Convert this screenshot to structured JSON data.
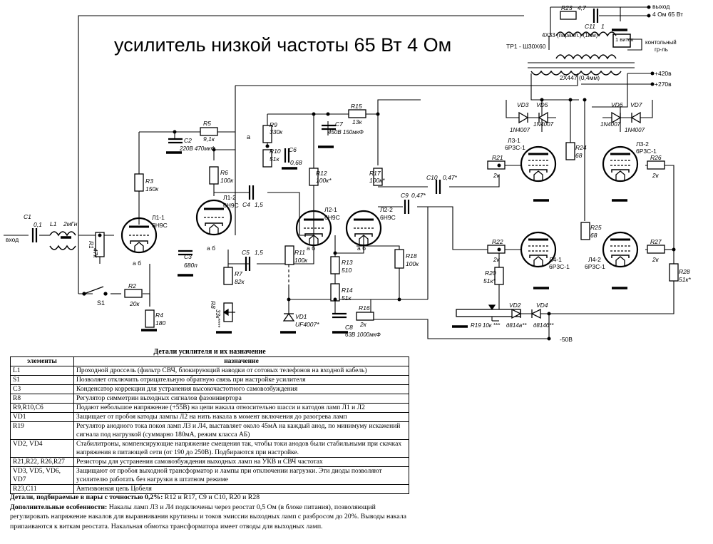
{
  "title": "усилитель низкой частоты 65 Вт 4 Ом",
  "labels": {
    "output": "выход",
    "output2": "4 Ом 65 Вт",
    "r23": "R23",
    "r23v": "4,7",
    "c11": "C11",
    "c11v": "1",
    "winding_sec": "4Х33 (паралл.) (1мм)",
    "tr1": "ТР1 - Ш30Х60",
    "winding_fb": "1 виток",
    "control": "контольный",
    "grl": "гр-ль",
    "winding_pri": "2Х447 (0,4мм)",
    "v420": "+420в",
    "v270": "+270в",
    "vd3": "VD3",
    "vd5": "VD5",
    "vd6": "VD6",
    "vd7": "VD7",
    "n1n4007": "1N4007",
    "r15": "R15",
    "r15v": "13к",
    "c7": "C7",
    "c7v": "450В 150мкФ",
    "r9": "R9",
    "r9v": "330к",
    "a": "а",
    "r10": "R10",
    "r10v": "51к",
    "c6": "C6",
    "c6v": "0,68",
    "r5": "R5",
    "r5v": "9,1к",
    "c2": "C2",
    "c2v": "220В 470мкФ",
    "l31": "Л3-1",
    "p6r3s1": "6Р3С-1",
    "l32": "Л3-2",
    "r24": "R24",
    "r24v": "68",
    "r25": "R25",
    "r25v": "68",
    "r21": "R21",
    "r26": "R26",
    "r22": "R22",
    "r27": "R27",
    "k2": "2к",
    "l41": "Л4-1",
    "l42": "Л4-2",
    "c10": "C10",
    "c10v": "0,47*",
    "c9": "C9",
    "c9v": "0,47*",
    "r12": "R12",
    "r12v": "100к*",
    "r17": "R17",
    "r17v": "100к*",
    "r6": "R6",
    "r6v": "100к",
    "r3": "R3",
    "r3v": "150к",
    "c4": "C4",
    "c4v": "1,5",
    "c5": "C5",
    "c5v": "1,5",
    "l12": "Л1-2",
    "n6n9s": "6Н9С",
    "l11": "Л1-1",
    "l21": "Л2-1",
    "l22": "Л2-2",
    "c1": "C1",
    "c1v": "0,1",
    "l1": "L1",
    "l1v": "2мГн",
    "input": "вход",
    "r1": "R1",
    "r1v": "47к",
    "c3": "C3",
    "c3v": "680п",
    "ab": "а б",
    "r11": "R11",
    "r11v": "100к",
    "r18": "R18",
    "r18v": "100к",
    "r13": "R13",
    "r13v": "510",
    "r14": "R14",
    "r14v": "51к",
    "r7": "R7",
    "r7v": "82к",
    "r8": "R8",
    "r8v": "33к****",
    "s1": "S1",
    "r2": "R2",
    "r2v": "20к",
    "r4": "R4",
    "r4v": "180",
    "vd1": "VD1",
    "vd1v": "UF4007*",
    "r16": "R16",
    "r16v": "2к",
    "c8": "C8",
    "c8v": "63В 1000мкФ",
    "r20": "R20",
    "r20v": "51к*",
    "r28": "R28",
    "r28v": "51к*",
    "vd2": "VD2",
    "vd2v": "д814а**",
    "vd4": "VD4",
    "vd4v": "д814б**",
    "r19": "R19 10к ***",
    "m50": "-50В"
  },
  "parts": {
    "caption": "Детали усилителя и их назначение",
    "headers": [
      "элементы",
      "назначение"
    ],
    "rows": [
      {
        "el": "L1",
        "desc": "Проходной дроссель (фильтр СВЧ, блокирующий наводки от сотовых телефонов на входной кабель)"
      },
      {
        "el": "S1",
        "desc": "Позволяет отключить отрицательную обратную связь при настройке усилителя"
      },
      {
        "el": "C3",
        "desc": "Конденсатор коррекции для устранения высокочастотного самовозбуждения"
      },
      {
        "el": "R8",
        "desc": "Регулятор симметрии выходных сигналов фазоинвертора"
      },
      {
        "el": "R9,R10,C6",
        "desc": "Подают небольшое напряжение (+55В) на цепи накала относительно шасси и катодов ламп Л1 и Л2"
      },
      {
        "el": "VD1",
        "desc": "Защищает от пробоя катоды лампы Л2 на нить накала в момент включения до разогрева ламп"
      },
      {
        "el": "R19",
        "desc": "Регулятор анодного тока покоя ламп Л3 и Л4, выставляет около 45мА на каждый анод, по минимуму искажений сигнала под нагрузкой (суммарно 180мА, режим класса АБ)"
      },
      {
        "el": "VD2, VD4",
        "desc": "Стабилитроны, компенсирующие напряжение смещения так, чтобы токи анодов были стабильными при скачках напряжения в питающей сети (от 190 до 250В). Подбираются при настройке."
      },
      {
        "el": "R21,R22, R26,R27",
        "desc": "Резисторы для устранения самовозбуждения выходных ламп на УКВ и СВЧ частотах"
      },
      {
        "el": "VD3, VD5, VD6, VD7",
        "desc": "Защищают от пробоя выходной трансформатор и лампы при отключении нагрузки. Эти диоды позволяют усилителю работать без нагрузки в штатном режиме"
      },
      {
        "el": "R23,C11",
        "desc": "Антизвонная цепь Цобеля"
      }
    ]
  },
  "notes": {
    "pairs_title": "Детали, подбираемые в пары с точностью 0,2%:",
    "pairs_text": " R12 и R17, C9 и C10, R20 и R28",
    "extra_title": "Дополнительные особенности:",
    "extra_text": " Накалы ламп Л3 и Л4 подключены через реостат 0,5 Ом (в блоке питания), позволяющий регулировать напряжение накалов для выравнивания крутизны и токов эмиссии выходных ламп с разбросом до 20%. Выводы накала припаиваются к виткам реостата. Накальная обмотка трансформатора имеет отводы для выходных ламп."
  }
}
